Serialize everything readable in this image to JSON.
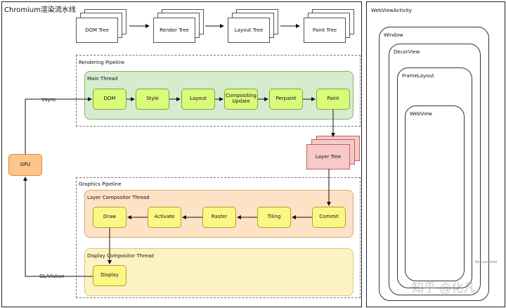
{
  "left_title": "Chromium渲染流水线",
  "tree_docs": [
    "DOM Tree",
    "Render Tree",
    "Layout Tree",
    "Paint Tree"
  ],
  "rendering_pipeline": {
    "label": "Rendering Pipeline",
    "main_thread_label": "Main Thread",
    "stages": [
      "DOM",
      "Style",
      "Layout",
      "Compositing\nUpdate",
      "Perpaint",
      "Paint"
    ]
  },
  "layer_tree": "Layer Tree",
  "gpu": "GPU",
  "vsync_label": "Vsync",
  "gl_label": "GL/Vlukan",
  "graphics_pipeline": {
    "label": "Graphics Pipeline",
    "layer_compositor_label": "Layer Compositor Thread",
    "layer_stages": [
      "Draw",
      "Activate",
      "Raster",
      "Tiling",
      "Commit"
    ],
    "display_compositor_label": "Display Compositor Thread",
    "display": "Display"
  },
  "android": {
    "title": "WebViewActivity",
    "window": "Window",
    "decorview": "DecorView",
    "framelayout": "FrameLayout",
    "webview": "WebView"
  },
  "watermark_small": "Bezuandroid",
  "watermark_zh": "知乎 @化凡"
}
